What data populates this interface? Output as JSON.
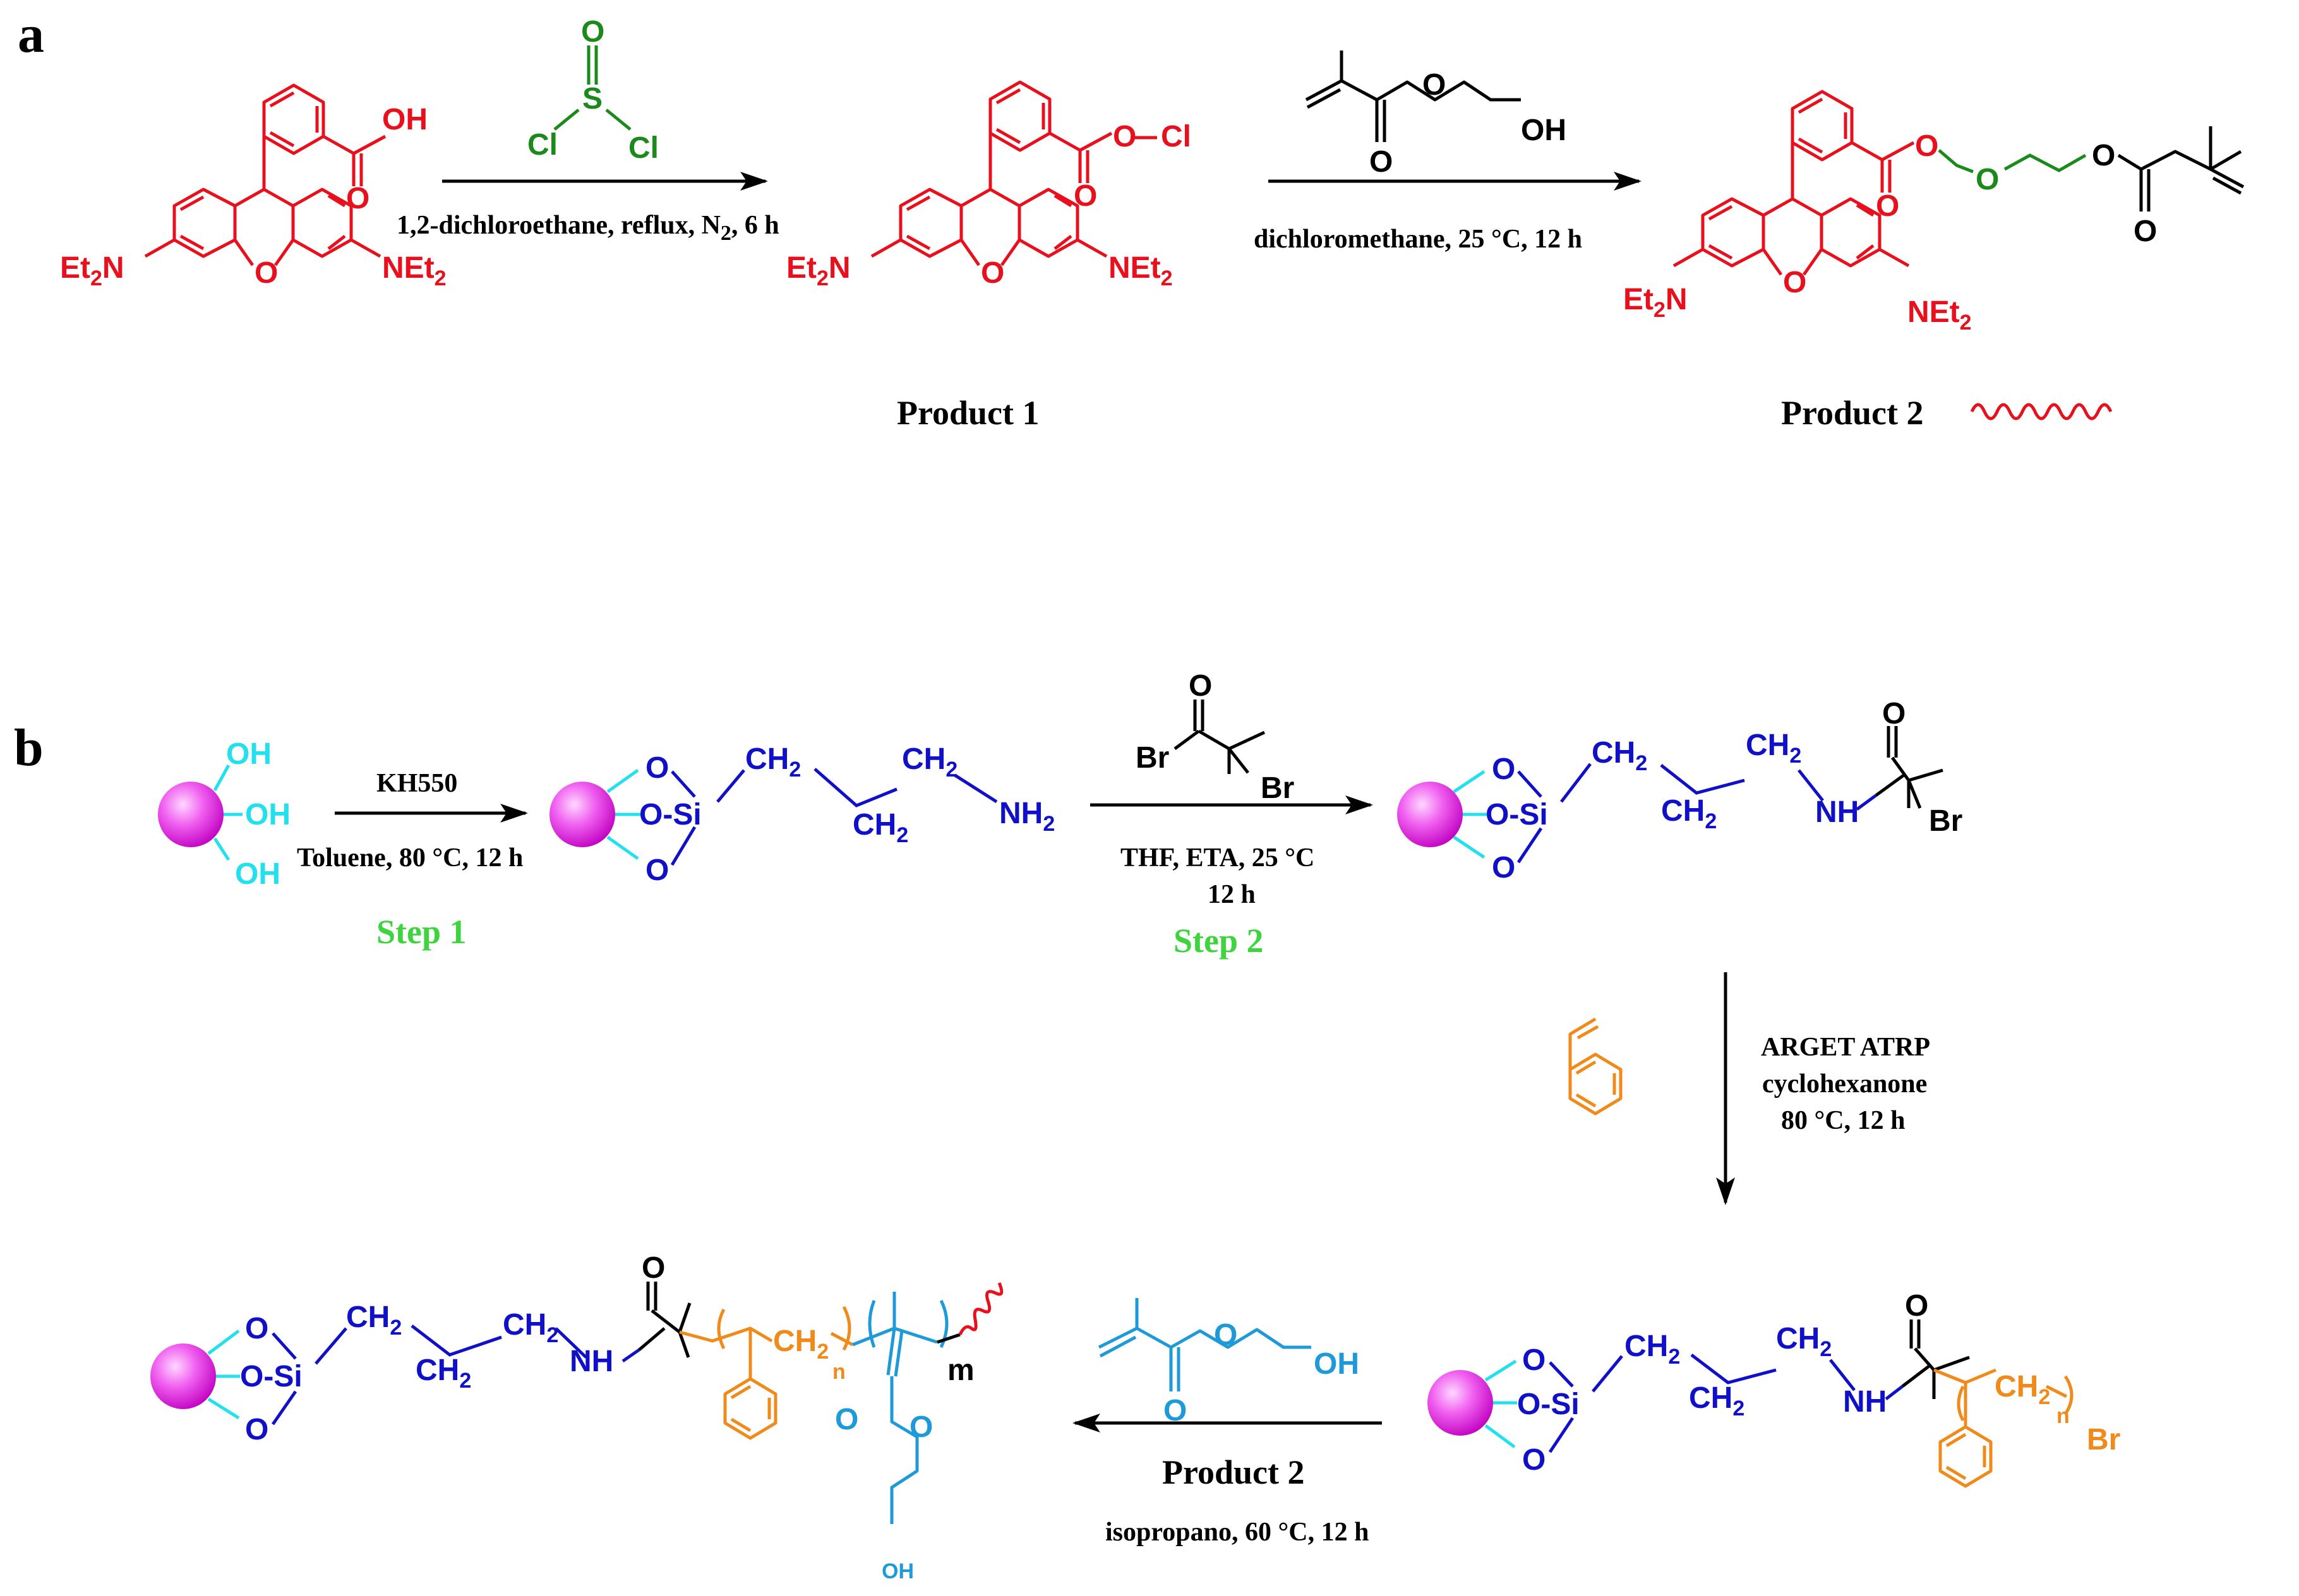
{
  "panels": {
    "a": "a",
    "b": "b"
  },
  "colors": {
    "rhodamine": "#e8101c",
    "chlorine": "#1a8a1a",
    "linker": "#1010c8",
    "hydroxyl": "#22e0ee",
    "styrene": "#f08a1a",
    "hema": "#1e9ad8",
    "sphere": "#e040e0",
    "step": "#3dd43d",
    "black": "#000000"
  },
  "labels": {
    "OH": "OH",
    "O": "O",
    "Cl": "Cl",
    "S": "S",
    "Br": "Br",
    "NH": "NH",
    "Si": "Si",
    "O-Si": "O-Si",
    "O-Cl": "O–Cl",
    "Et": "Et",
    "N": "N",
    "NEt": "NEt",
    "two": "2",
    "CH": "CH",
    "n": "n",
    "m": "m"
  },
  "reaction_a": {
    "step1_conditions": "1,2-dichloroethane, reflux, N",
    "step1_conditions_sub": "2",
    "step1_conditions_tail": ", 6 h",
    "step2_conditions": "dichloromethane, 25 °C, 12 h",
    "product1": "Product 1",
    "product2": "Product 2"
  },
  "reaction_b": {
    "step1_reagent": "KH550",
    "step1_conditions": "Toluene, 80 °C, 12 h",
    "step1_label": "Step 1",
    "step2_conditions_line1": "THF, ETA, 25 °C",
    "step2_conditions_line2": "12 h",
    "step2_label": "Step 2",
    "atrp_line1": "ARGET ATRP",
    "atrp_line2": "cyclohexanone",
    "atrp_line3": "80 °C, 12 h",
    "final_reagent": "Product 2",
    "final_conditions": "isopropano, 60 °C, 12 h"
  }
}
